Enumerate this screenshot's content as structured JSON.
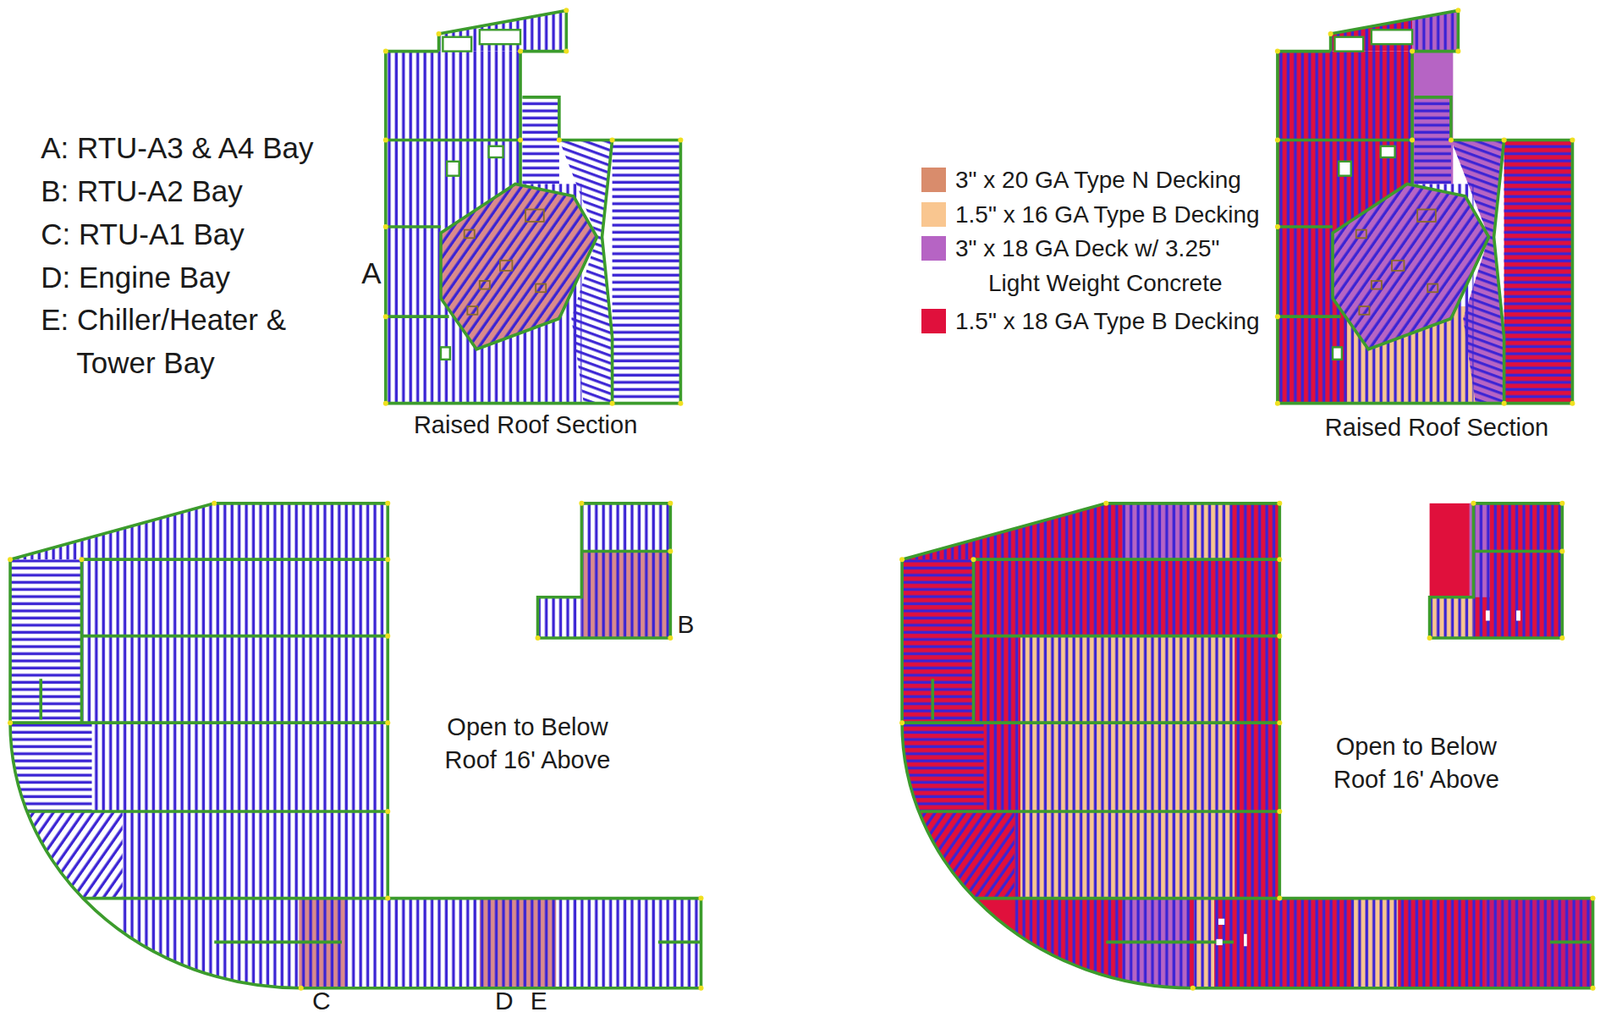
{
  "diagram": {
    "labels": [
      "A: RTU-A3 & A4 Bay",
      "B: RTU-A2 Bay",
      "C: RTU-A1 Bay",
      "D: Engine Bay",
      "E: Chiller/Heater & Tower Bay",
      "A",
      "Raised Roof Section",
      "B",
      "C",
      "D",
      "E",
      "Open to Below Roof 16' Above",
      "Raised Roof Section",
      "Open to Below Roof 16' Above"
    ],
    "legend": [
      {
        "text": "3\" x 20 GA Type N Decking",
        "color": "#d98c6c"
      },
      {
        "text": "1.5\" x 16 GA Type B Decking",
        "color": "#f9c690"
      },
      {
        "text": "3\" x 18 GA Deck w/ 3.25\" Light Weight Concrete",
        "color": "#b664c4"
      },
      {
        "text": "1.5\" x 18 GA Type B Decking",
        "color": "#e0103c"
      }
    ]
  }
}
